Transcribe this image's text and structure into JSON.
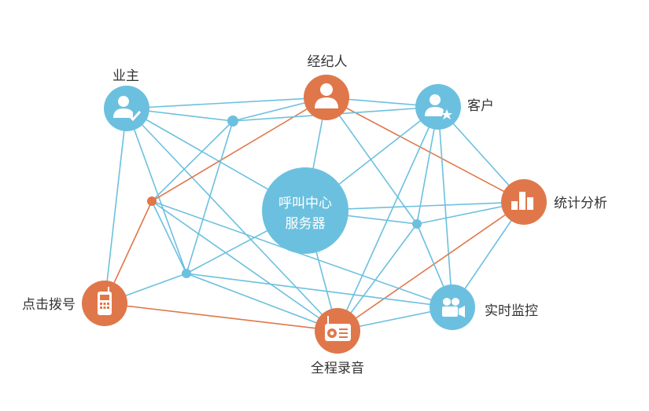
{
  "colors": {
    "blue": "#6cc0df",
    "orange": "#e0774a",
    "line_blue": "#6cc0df",
    "line_orange": "#e0774a",
    "label": "#333333"
  },
  "center": {
    "line1": "呼叫中心",
    "line2": "服务器"
  },
  "nodes": [
    {
      "id": "owner",
      "label": "业主",
      "color": "blue",
      "icon": "user-check-icon"
    },
    {
      "id": "agent",
      "label": "经纪人",
      "color": "orange",
      "icon": "user-icon"
    },
    {
      "id": "customer",
      "label": "客户",
      "color": "blue",
      "icon": "user-star-icon"
    },
    {
      "id": "stats",
      "label": "统计分析",
      "color": "orange",
      "icon": "bar-chart-icon"
    },
    {
      "id": "monitor",
      "label": "实时监控",
      "color": "blue",
      "icon": "video-camera-icon"
    },
    {
      "id": "record",
      "label": "全程录音",
      "color": "orange",
      "icon": "radio-recorder-icon"
    },
    {
      "id": "dial",
      "label": "点击拨号",
      "color": "orange",
      "icon": "mobile-phone-icon"
    }
  ],
  "links": [
    {
      "from": "owner",
      "to": "agent",
      "color": "blue"
    },
    {
      "from": "owner",
      "to": "hub1",
      "color": "blue"
    },
    {
      "from": "owner",
      "to": "center",
      "color": "blue"
    },
    {
      "from": "owner",
      "to": "hub3",
      "color": "blue"
    },
    {
      "from": "owner",
      "to": "record",
      "color": "blue"
    },
    {
      "from": "owner",
      "to": "dial",
      "color": "blue"
    },
    {
      "from": "agent",
      "to": "customer",
      "color": "blue"
    },
    {
      "from": "agent",
      "to": "hub1",
      "color": "blue"
    },
    {
      "from": "agent",
      "to": "center",
      "color": "blue"
    },
    {
      "from": "agent",
      "to": "hub4",
      "color": "blue"
    },
    {
      "from": "agent",
      "to": "hub2",
      "color": "orange"
    },
    {
      "from": "agent",
      "to": "stats",
      "color": "orange"
    },
    {
      "from": "customer",
      "to": "center",
      "color": "blue"
    },
    {
      "from": "customer",
      "to": "stats",
      "color": "blue"
    },
    {
      "from": "customer",
      "to": "hub4",
      "color": "blue"
    },
    {
      "from": "customer",
      "to": "record",
      "color": "blue"
    },
    {
      "from": "customer",
      "to": "monitor",
      "color": "blue"
    },
    {
      "from": "customer",
      "to": "hub1",
      "color": "blue"
    },
    {
      "from": "stats",
      "to": "center",
      "color": "blue"
    },
    {
      "from": "stats",
      "to": "hub4",
      "color": "blue"
    },
    {
      "from": "stats",
      "to": "monitor",
      "color": "blue"
    },
    {
      "from": "stats",
      "to": "record",
      "color": "orange"
    },
    {
      "from": "center",
      "to": "hub4",
      "color": "blue"
    },
    {
      "from": "center",
      "to": "hub3",
      "color": "blue"
    },
    {
      "from": "center",
      "to": "record",
      "color": "blue"
    },
    {
      "from": "hub1",
      "to": "hub3",
      "color": "blue"
    },
    {
      "from": "hub1",
      "to": "hub2",
      "color": "blue"
    },
    {
      "from": "hub2",
      "to": "hub3",
      "color": "blue"
    },
    {
      "from": "hub2",
      "to": "dial",
      "color": "orange"
    },
    {
      "from": "hub2",
      "to": "record",
      "color": "blue"
    },
    {
      "from": "hub2",
      "to": "monitor",
      "color": "blue"
    },
    {
      "from": "hub3",
      "to": "dial",
      "color": "blue"
    },
    {
      "from": "hub3",
      "to": "record",
      "color": "blue"
    },
    {
      "from": "hub3",
      "to": "monitor",
      "color": "blue"
    },
    {
      "from": "hub4",
      "to": "monitor",
      "color": "blue"
    },
    {
      "from": "hub4",
      "to": "record",
      "color": "blue"
    },
    {
      "from": "dial",
      "to": "record",
      "color": "orange"
    },
    {
      "from": "monitor",
      "to": "record",
      "color": "blue"
    }
  ]
}
